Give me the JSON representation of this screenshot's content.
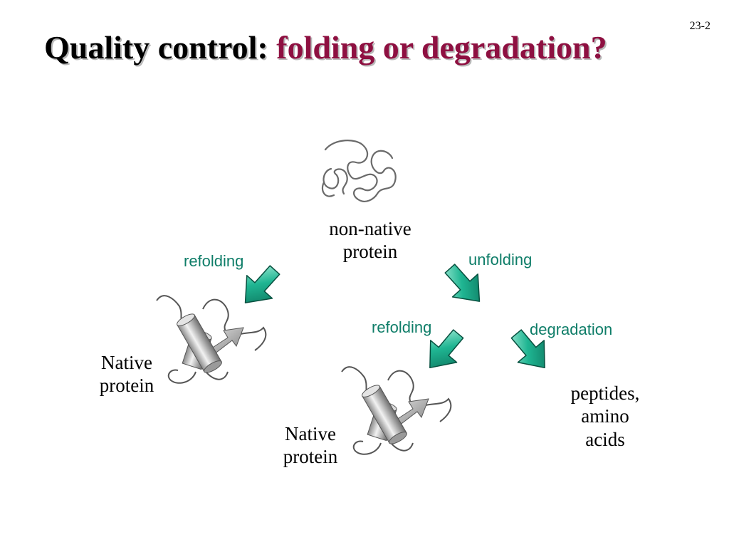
{
  "slide": {
    "number": "23-2",
    "title_plain": "Quality control:",
    "title_accent": "folding or degradation?"
  },
  "nodes": {
    "nonnative_line1": "non-native",
    "nonnative_line2": "protein",
    "native_left_line1": "Native",
    "native_left_line2": "protein",
    "native_center_line1": "Native",
    "native_center_line2": "protein",
    "products_line1": "peptides,",
    "products_line2": "amino",
    "products_line3": "acids"
  },
  "edges": {
    "refolding_left": "refolding",
    "unfolding": "unfolding",
    "refolding_center": "refolding",
    "degradation": "degradation"
  },
  "colors": {
    "title_accent": "#8e1041",
    "arrow_label": "#0e7d68",
    "arrow_fill": "#1aa88a"
  }
}
